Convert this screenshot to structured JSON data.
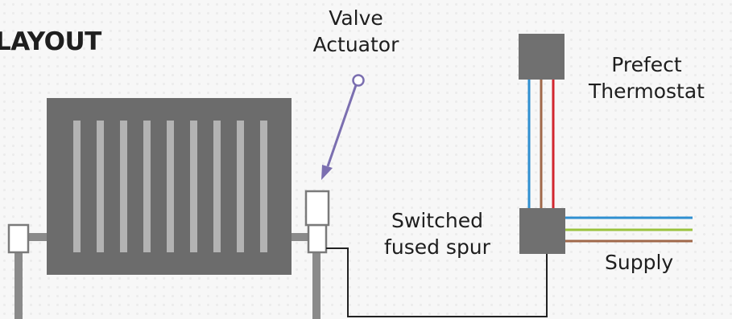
{
  "title": "LAYOUT",
  "labels": {
    "valve_actuator": [
      "Valve",
      "Actuator"
    ],
    "thermostat": [
      "Prefect",
      "Thermostat"
    ],
    "spur": [
      "Switched",
      "fused spur"
    ],
    "supply": "Supply"
  },
  "colors": {
    "radiator": "#6c6c6c",
    "radiator_fin": "#b3b3b3",
    "box": "#707070",
    "pipe": "#8a8a8a",
    "wire_blue": "#2f8fd0",
    "wire_brown": "#a0684a",
    "wire_red": "#d2262f",
    "wire_green": "#9ac23c",
    "pointer": "#7b6fb0",
    "control_wire": "#222222"
  }
}
